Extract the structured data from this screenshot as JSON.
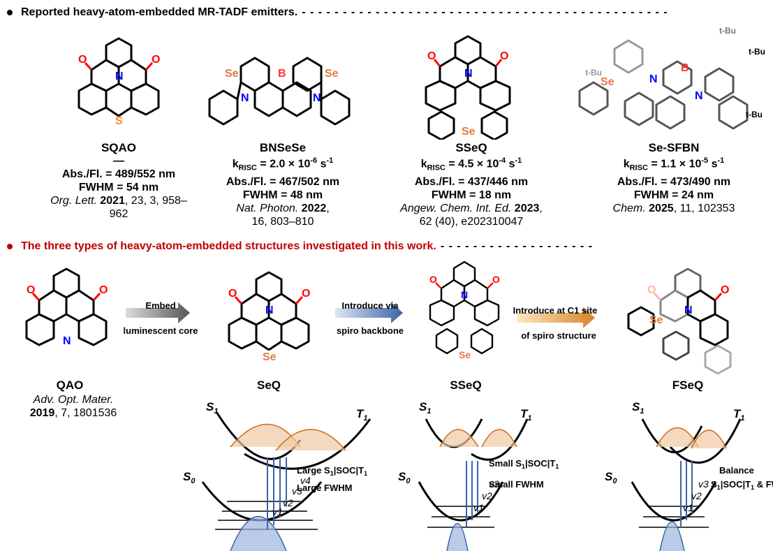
{
  "section1": {
    "title": "Reported heavy-atom-embedded MR-TADF emitters."
  },
  "section2": {
    "title": "The three types of heavy-atom-embedded structures investigated in this work."
  },
  "colors": {
    "accent": "#c00000",
    "oxygen": "#ff0000",
    "nitrogen": "#0000ff",
    "boron": "#ff3333",
    "selenium": "#e07a3c",
    "sulfur": "#ff8c1a",
    "orbital": "#c96a1e",
    "vib": "#3a63a8"
  },
  "compounds": [
    {
      "name": "SQAO",
      "line1": "—",
      "absfl": "Abs./Fl. = 489/552 nm",
      "fwhm": "FWHM = 54 nm",
      "ref_j": "Org. Lett.",
      "ref_y": "2021",
      "ref_r": ", 23, 3, 958–962",
      "ref2": ""
    },
    {
      "name": "BNSeSe",
      "k": "k",
      "ksub": "RISC",
      "kval": " = 2.0 × 10",
      "kexp": "-6",
      "kunit": " s",
      "kunitexp": "-1",
      "absfl": "Abs./Fl. = 467/502 nm",
      "fwhm": "FWHM = 48 nm",
      "ref_j": "Nat. Photon.",
      "ref_y": "2022",
      "ref_r": ",",
      "ref2": "16, 803–810"
    },
    {
      "name": "SSeQ",
      "k": "k",
      "ksub": "RISC",
      "kval": " = 4.5 × 10",
      "kexp": "-4",
      "kunit": " s",
      "kunitexp": "-1",
      "absfl": "Abs./Fl. = 437/446 nm",
      "fwhm": "FWHM = 18 nm",
      "ref_j": "Angew. Chem. Int. Ed.",
      "ref_y": "2023",
      "ref_r": ",",
      "ref2": "62 (40), e202310047"
    },
    {
      "name": "Se-SFBN",
      "k": "k",
      "ksub": "RISC",
      "kval": " = 1.1 × 10",
      "kexp": "-5",
      "kunit": " s",
      "kunitexp": "-1",
      "absfl": "Abs./Fl. = 473/490 nm",
      "fwhm": "FWHM = 24 nm",
      "ref_j": "Chem.",
      "ref_y": "2025",
      "ref_r": ", 11, 102353",
      "ref2": ""
    }
  ],
  "atoms": {
    "O": "O",
    "N": "N",
    "S": "S",
    "Se": "Se",
    "B": "B",
    "tBu": "t-Bu"
  },
  "work": {
    "qao": {
      "name": "QAO",
      "ref_j": "Adv. Opt. Mater.",
      "ref_y": "2019",
      "ref_r": ", 7, 1801536"
    },
    "seq": {
      "name": "SeQ"
    },
    "sseq": {
      "name": "SSeQ"
    },
    "fseq": {
      "name": "FSeQ"
    },
    "arrow1": {
      "top": "Embed",
      "bottom": "luminescent core"
    },
    "arrow2": {
      "top": "Introduce via",
      "bottom": "spiro backbone"
    },
    "arrow3": {
      "top": "Introduce at C1 site",
      "bottom": "of spiro structure"
    }
  },
  "diagrams": [
    {
      "s1": "S",
      "t1": "T",
      "s0": "S",
      "sub1": "1",
      "sub0": "0",
      "label1": "Large S",
      "label1b": "|SOC|T",
      "label2": "Large FWHM",
      "levels": [
        "v4",
        "v3",
        "v2",
        "v1"
      ]
    },
    {
      "s1": "S",
      "t1": "T",
      "s0": "S",
      "sub1": "1",
      "sub0": "0",
      "label1": "Small S",
      "label1b": "|SOC|T",
      "label2": "Small FWHM",
      "levels": [
        "v3",
        "v2",
        "v1"
      ]
    },
    {
      "s1": "S",
      "t1": "T",
      "s0": "S",
      "sub1": "1",
      "sub0": "0",
      "label1": "Balance",
      "label1b": "S",
      "label1c": "|SOC|T",
      "label1d": " & FWHM",
      "levels": [
        "v3",
        "v2",
        "v1"
      ]
    }
  ]
}
